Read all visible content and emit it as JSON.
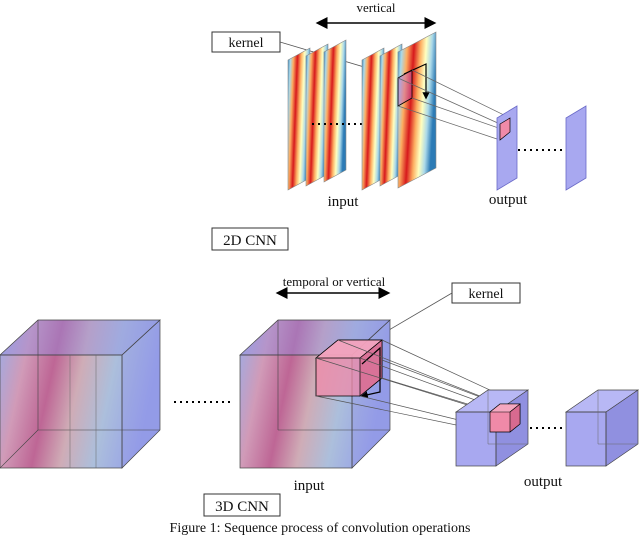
{
  "top": {
    "vertical_label": "vertical",
    "kernel_label": "kernel",
    "input_label": "input",
    "output_label": "output",
    "section_label": "2D CNN"
  },
  "bottom": {
    "temporal_label": "temporal or vertical",
    "kernel_label": "kernel",
    "input_label": "input",
    "output_label": "output",
    "section_label": "3D CNN"
  },
  "caption": {
    "text": "Figure 1: Sequence process of convolution operations"
  },
  "colors": {
    "heat_hot": "#d7191c",
    "heat_warm": "#fdae61",
    "heat_mid": "#ffffbf",
    "heat_cool": "#abd9e9",
    "heat_cold": "#2c7bb6",
    "output_fill": "#a8a8f0",
    "kernel_fill": "#f08aa8",
    "cube_tint": "#8c8ce6"
  }
}
